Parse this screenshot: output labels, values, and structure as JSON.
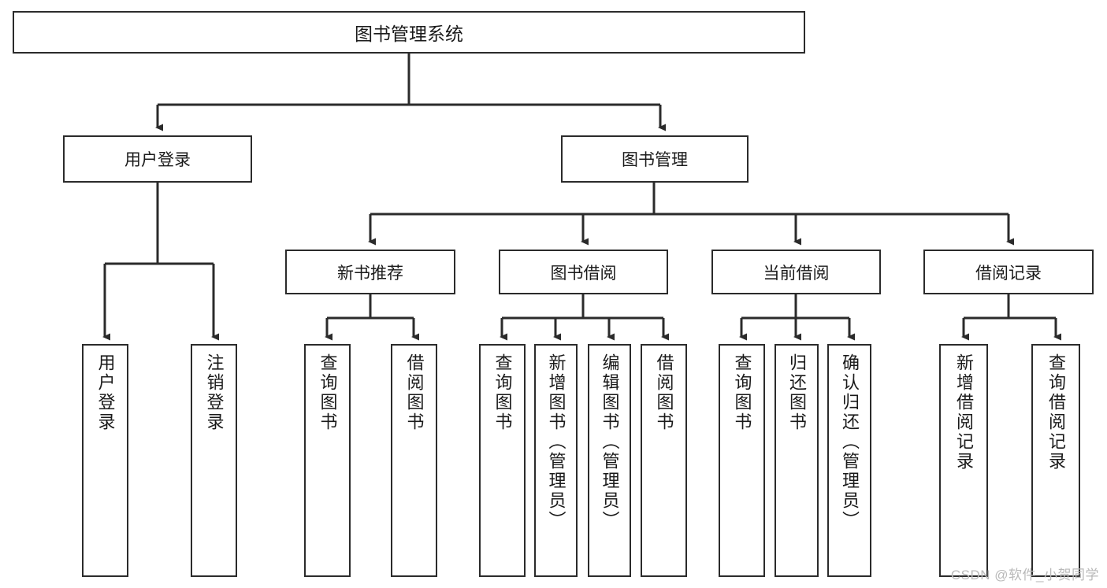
{
  "diagram": {
    "title": "图书管理系统",
    "type": "tree",
    "watermark": "CSDN @软件_小贺同学",
    "colors": {
      "border": "#2b2b2b",
      "background": "#ffffff",
      "text": "#1a1a1a",
      "watermark": "#b9b9b9"
    },
    "root": {
      "label": "图书管理系统"
    },
    "level2": [
      {
        "label": "用户登录"
      },
      {
        "label": "图书管理"
      }
    ],
    "level3": [
      {
        "label": "新书推荐"
      },
      {
        "label": "图书借阅"
      },
      {
        "label": "当前借阅"
      },
      {
        "label": "借阅记录"
      }
    ],
    "leaves": {
      "user_login": [
        {
          "label": "用户登录"
        },
        {
          "label": "注销登录"
        }
      ],
      "new_book_recommend": [
        {
          "label": "查询图书"
        },
        {
          "label": "借阅图书"
        }
      ],
      "book_borrow": [
        {
          "label": "查询图书"
        },
        {
          "label": "新增图书（管理员）"
        },
        {
          "label": "编辑图书（管理员）"
        },
        {
          "label": "借阅图书"
        }
      ],
      "current_borrow": [
        {
          "label": "查询图书"
        },
        {
          "label": "归还图书"
        },
        {
          "label": "确认归还（管理员）"
        }
      ],
      "borrow_record": [
        {
          "label": "新增借阅记录"
        },
        {
          "label": "查询借阅记录"
        }
      ]
    }
  }
}
